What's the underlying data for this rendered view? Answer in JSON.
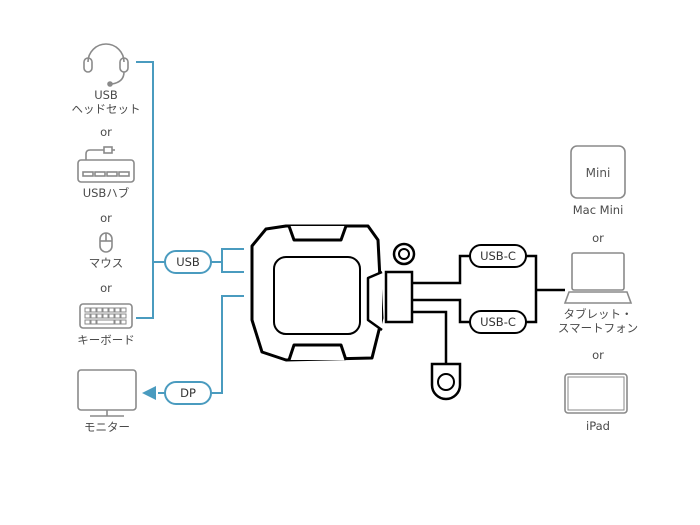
{
  "colors": {
    "accent_line": "#4a9bbf",
    "device_outline": "#000000",
    "peripheral_gray": "#8a8a8a",
    "text": "#4a4a4a"
  },
  "left_devices": [
    {
      "icon": "headset-icon",
      "label_line1": "USB",
      "label_line2": "ヘッドセット"
    },
    {
      "icon": "usb-hub-icon",
      "label_line1": "USBハブ",
      "label_line2": ""
    },
    {
      "icon": "mouse-icon",
      "label_line1": "マウス",
      "label_line2": ""
    },
    {
      "icon": "keyboard-icon",
      "label_line1": "キーボード",
      "label_line2": ""
    }
  ],
  "or_label": "or",
  "monitor": {
    "icon": "monitor-icon",
    "label": "モニター"
  },
  "connectors": {
    "usb": "USB",
    "dp": "DP",
    "usb_c_top": "USB-C",
    "usb_c_bottom": "USB-C"
  },
  "right_devices": [
    {
      "icon": "mac-mini-icon",
      "inner_text": "Mini",
      "label_line1": "Mac Mini",
      "label_line2": ""
    },
    {
      "icon": "laptop-icon",
      "label_line1": "タブレット・",
      "label_line2": "スマートフォン"
    },
    {
      "icon": "ipad-icon",
      "label_line1": "iPad",
      "label_line2": ""
    }
  ]
}
